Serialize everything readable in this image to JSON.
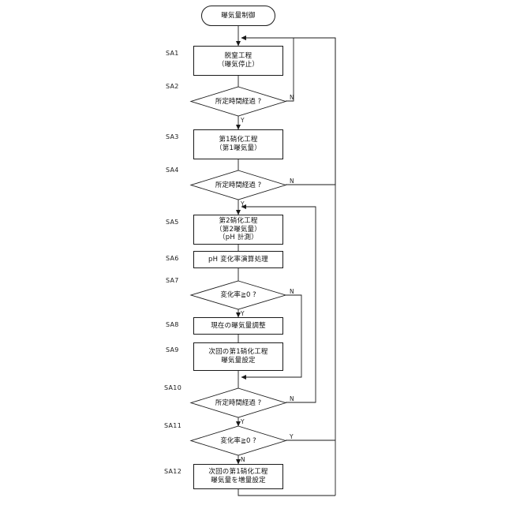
{
  "diagram": {
    "type": "flowchart",
    "title": "曝気量制御",
    "orientation": "top-to-bottom",
    "line_color": "#1a1a1a",
    "background": "#ffffff",
    "start": {
      "label": "曝気量制御",
      "shape": "terminator"
    },
    "nodes": [
      {
        "id": "SA1",
        "step": "SA1",
        "shape": "process",
        "text": "脱窒工程\n（曝気停止）"
      },
      {
        "id": "SA2",
        "step": "SA2",
        "shape": "decision",
        "text": "所定時間経過 ?"
      },
      {
        "id": "SA3",
        "step": "SA3",
        "shape": "process",
        "text": "第1硝化工程\n（第1曝気量）"
      },
      {
        "id": "SA4",
        "step": "SA4",
        "shape": "decision",
        "text": "所定時間経過 ?"
      },
      {
        "id": "SA5",
        "step": "SA5",
        "shape": "process",
        "text": "第2硝化工程\n（第2曝気量）\n（pH 計測）"
      },
      {
        "id": "SA6",
        "step": "SA6",
        "shape": "process",
        "text": "pH 変化率演算処理"
      },
      {
        "id": "SA7",
        "step": "SA7",
        "shape": "decision",
        "text": "変化率≧0 ?"
      },
      {
        "id": "SA8",
        "step": "SA8",
        "shape": "process",
        "text": "現在の曝気量調整"
      },
      {
        "id": "SA9",
        "step": "SA9",
        "shape": "process",
        "text": "次回の第1硝化工程\n曝気量設定"
      },
      {
        "id": "SA10",
        "step": "SA10",
        "shape": "decision",
        "text": "所定時間経過 ?"
      },
      {
        "id": "SA11",
        "step": "SA11",
        "shape": "decision",
        "text": "変化率≧0 ?"
      },
      {
        "id": "SA12",
        "step": "SA12",
        "shape": "process",
        "text": "次回の第1硝化工程\n曝気量を増量設定"
      }
    ],
    "branch_labels": [
      {
        "for": "SA2",
        "value": "N",
        "side": "right"
      },
      {
        "for": "SA2",
        "value": "Y",
        "side": "bottom"
      },
      {
        "for": "SA4",
        "value": "N",
        "side": "right"
      },
      {
        "for": "SA4",
        "value": "Y",
        "side": "bottom"
      },
      {
        "for": "SA7",
        "value": "N",
        "side": "right"
      },
      {
        "for": "SA7",
        "value": "Y",
        "side": "bottom"
      },
      {
        "for": "SA10",
        "value": "N",
        "side": "right"
      },
      {
        "for": "SA10",
        "value": "Y",
        "side": "bottom"
      },
      {
        "for": "SA11",
        "value": "Y",
        "side": "right"
      },
      {
        "for": "SA11",
        "value": "N",
        "side": "bottom"
      }
    ]
  }
}
